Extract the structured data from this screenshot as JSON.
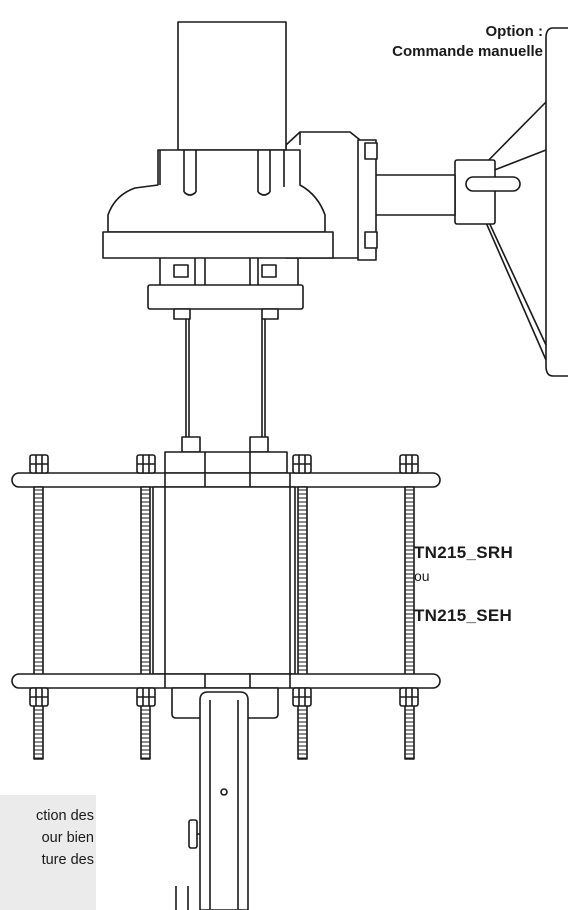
{
  "option_label": {
    "line1": "Option :",
    "line2": "Commande manuelle"
  },
  "model_labels": {
    "first": "TN215_SRH",
    "or": "ou",
    "second": "TN215_SEH"
  },
  "note": {
    "line1": "ction des",
    "line2": "our bien",
    "line3": "ture des"
  },
  "colors": {
    "stroke": "#1a1a1a",
    "note_background": "#ebebeb"
  }
}
